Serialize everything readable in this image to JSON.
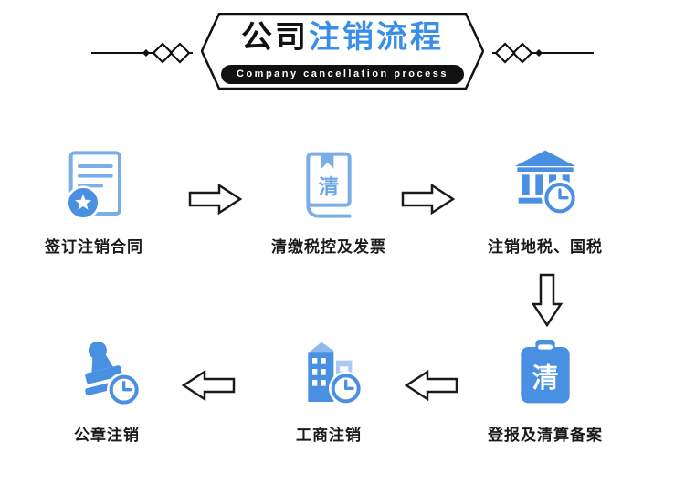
{
  "header": {
    "title_prefix": "公司",
    "title_accent": "注销流程",
    "subtitle": "Company cancellation process"
  },
  "steps": [
    {
      "label": "签订注销合同",
      "icon": "contract-icon"
    },
    {
      "label": "清缴税控及发票",
      "icon": "book-icon",
      "glyph": "清"
    },
    {
      "label": "注销地税、国税",
      "icon": "bank-icon"
    },
    {
      "label": "登报及清算备案",
      "icon": "clipboard-icon",
      "glyph": "清"
    },
    {
      "label": "工商注销",
      "icon": "building-icon"
    },
    {
      "label": "公章注销",
      "icon": "stamp-icon"
    }
  ],
  "colors": {
    "accent_blue": "#3a8ee8",
    "icon_solid_blue": "#4a90e2",
    "icon_light_blue": "#7aaee8",
    "text_black": "#1a1a1a",
    "banner_black": "#111111"
  }
}
